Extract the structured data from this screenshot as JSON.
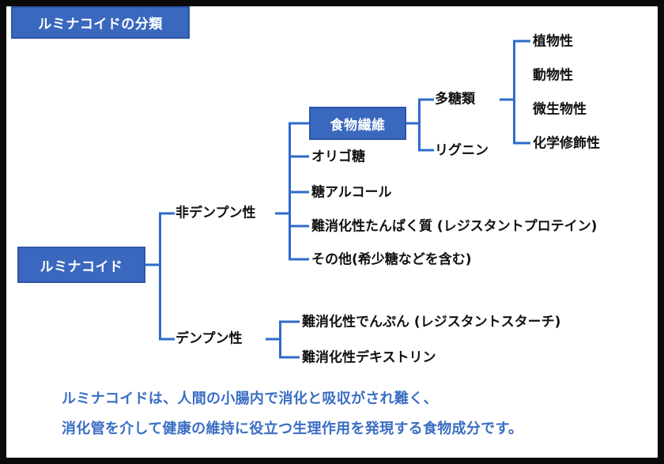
{
  "banner": {
    "title": "ルミナコイドの分類"
  },
  "colors": {
    "box_fill": "#3a68bf",
    "box_border": "#2d56a8",
    "connector": "#2f6bc9",
    "caption_text": "#3a6ec4",
    "node_text": "#111111",
    "frame": "#0a0a0a"
  },
  "tree": {
    "root": {
      "label": "ルミナコイド",
      "style": "box"
    },
    "level1": [
      {
        "label": "非デンプン性",
        "style": "text"
      },
      {
        "label": "デンプン性",
        "style": "text"
      }
    ],
    "nonstarch_children": [
      {
        "label": "食物繊維",
        "style": "box"
      },
      {
        "label": "オリゴ糖",
        "style": "text"
      },
      {
        "label": "糖アルコール",
        "style": "text"
      },
      {
        "label": "難消化性たんぱく質 (レジスタントプロテイン)",
        "style": "text"
      },
      {
        "label": "その他(希少糖などを含む)",
        "style": "text"
      }
    ],
    "fiber_children": [
      {
        "label": "多糖類",
        "style": "text"
      },
      {
        "label": "リグニン",
        "style": "text"
      }
    ],
    "polysaccharide_children": [
      {
        "label": "植物性",
        "style": "text"
      },
      {
        "label": "動物性",
        "style": "text"
      },
      {
        "label": "微生物性",
        "style": "text"
      },
      {
        "label": "化学修飾性",
        "style": "text"
      }
    ],
    "starch_children": [
      {
        "label": "難消化性でんぷん (レジスタントスターチ)",
        "style": "text"
      },
      {
        "label": "難消化性デキストリン",
        "style": "text"
      }
    ]
  },
  "caption": {
    "line1": "ルミナコイドは、人間の小腸内で消化と吸収がされ難く、",
    "line2": "消化管を介して健康の維持に役立つ生理作用を発現する食物成分です。"
  }
}
